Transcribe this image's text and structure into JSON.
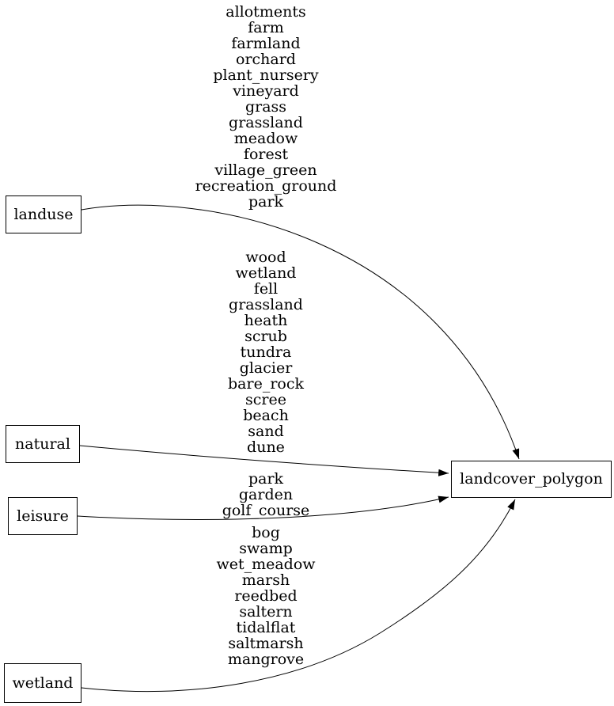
{
  "diagram": {
    "type": "directed-graph",
    "colors": {
      "background": "#ffffff",
      "edge_stroke": "#000000",
      "node_border": "#000000",
      "node_fill": "#ffffff",
      "text": "#000000"
    }
  },
  "nodes": {
    "landuse": {
      "label": "landuse"
    },
    "natural": {
      "label": "natural"
    },
    "leisure": {
      "label": "leisure"
    },
    "wetland": {
      "label": "wetland"
    },
    "landcover": {
      "label": "landcover_polygon"
    }
  },
  "edges": [
    {
      "from": "landuse",
      "to": "landcover_polygon",
      "values": [
        "allotments",
        "farm",
        "farmland",
        "orchard",
        "plant_nursery",
        "vineyard",
        "grass",
        "grassland",
        "meadow",
        "forest",
        "village_green",
        "recreation_ground",
        "park"
      ]
    },
    {
      "from": "natural",
      "to": "landcover_polygon",
      "values": [
        "wood",
        "wetland",
        "fell",
        "grassland",
        "heath",
        "scrub",
        "tundra",
        "glacier",
        "bare_rock",
        "scree",
        "beach",
        "sand",
        "dune"
      ]
    },
    {
      "from": "leisure",
      "to": "landcover_polygon",
      "values": [
        "park",
        "garden",
        "golf_course"
      ]
    },
    {
      "from": "wetland",
      "to": "landcover_polygon",
      "values": [
        "bog",
        "swamp",
        "wet_meadow",
        "marsh",
        "reedbed",
        "saltern",
        "tidalflat",
        "saltmarsh",
        "mangrove"
      ]
    }
  ]
}
